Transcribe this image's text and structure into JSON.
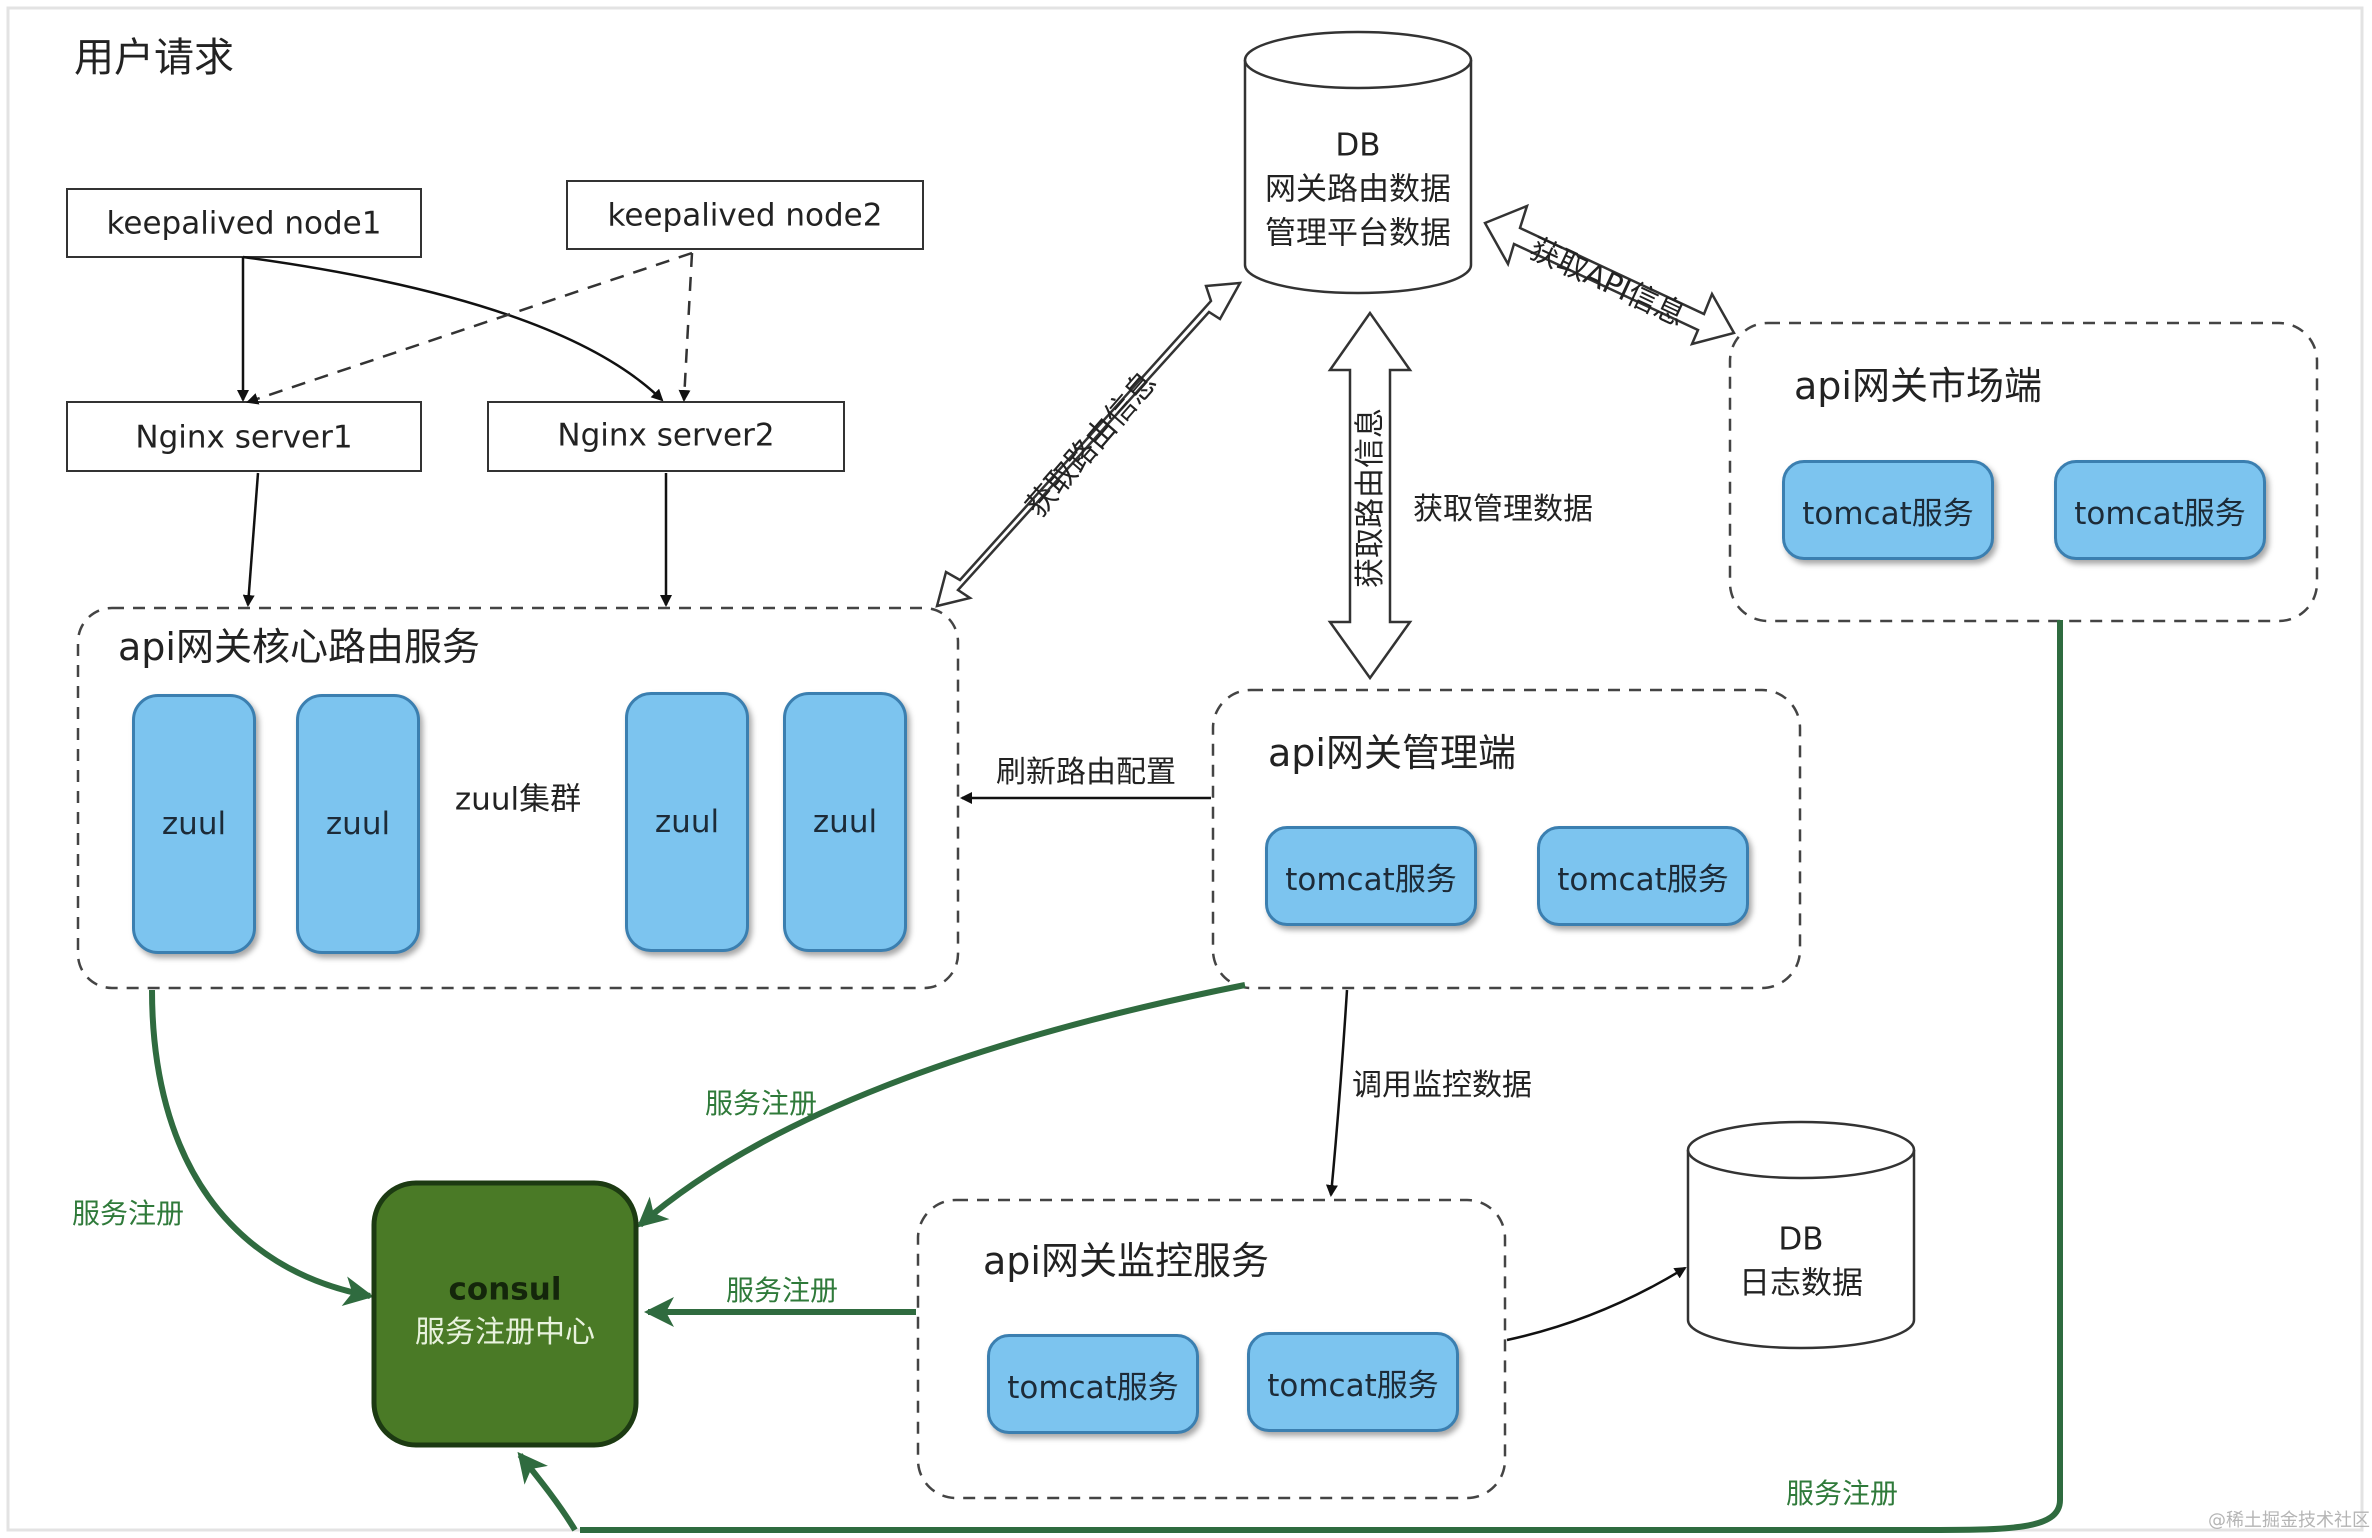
{
  "header": {
    "title": "用户请求"
  },
  "keepalived": {
    "node1": "keepalived node1",
    "node2": "keepalived node2"
  },
  "nginx": {
    "server1": "Nginx server1",
    "server2": "Nginx server2"
  },
  "db_main": {
    "line1": "DB",
    "line2": "网关路由数据",
    "line3": "管理平台数据"
  },
  "db_log": {
    "line1": "DB",
    "line2": "日志数据"
  },
  "core": {
    "title": "api网关核心路由服务",
    "cluster_label": "zuul集群",
    "node_label": "zuul"
  },
  "admin": {
    "title": "api网关管理端",
    "service": "tomcat服务"
  },
  "market": {
    "title": "api网关市场端",
    "service": "tomcat服务"
  },
  "monitor": {
    "title": "api网关监控服务",
    "service": "tomcat服务"
  },
  "consul": {
    "name": "consul",
    "desc": "服务注册中心"
  },
  "edges": {
    "route_info": "获取路由信息",
    "route_info_vertical": "获取路由信息",
    "admin_data": "获取管理数据",
    "api_info": "获取API信息",
    "refresh_route": "刷新路由配置",
    "call_monitor": "调用监控数据",
    "register": "服务注册"
  },
  "watermark": "@稀土掘金技术社区",
  "colors": {
    "service_fill": "#7cc4ef",
    "consul_fill": "#4a7a26",
    "register_line": "#2f6b3f"
  }
}
